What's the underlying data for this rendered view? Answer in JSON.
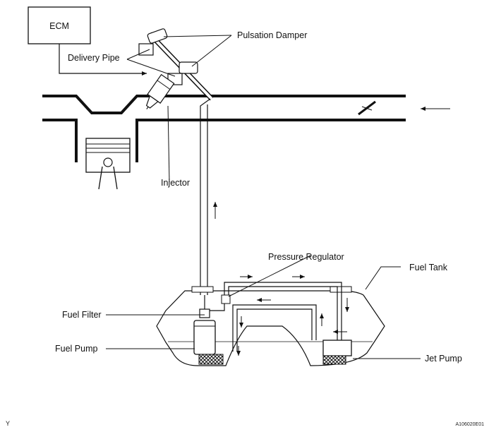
{
  "labels": {
    "ecm": "ECM",
    "pulsation_damper": "Pulsation Damper",
    "delivery_pipe": "Delivery Pipe",
    "injector": "Injector",
    "pressure_regulator": "Pressure Regulator",
    "fuel_tank": "Fuel Tank",
    "fuel_filter": "Fuel Filter",
    "fuel_pump": "Fuel Pump",
    "jet_pump": "Jet Pump"
  },
  "footer": {
    "left_mark": "Y",
    "figure_code": "A106020E01"
  },
  "icons": [
    "throttle-valve-icon",
    "piston-icon",
    "air-flow-arrow-icon",
    "fuel-flow-arrow-icon"
  ]
}
